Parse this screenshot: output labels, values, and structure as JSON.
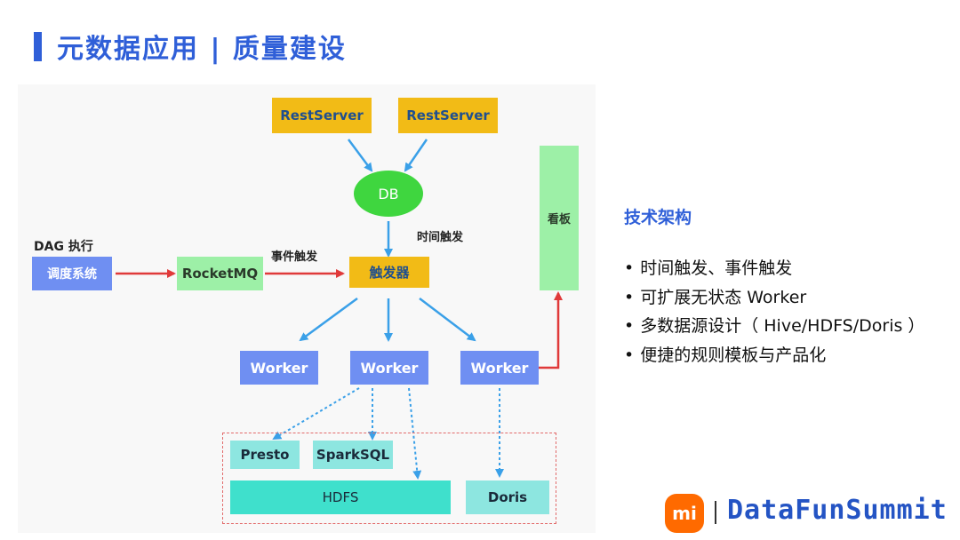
{
  "title": "元数据应用 | 质量建设",
  "diagram": {
    "restserver_1": "RestServer",
    "restserver_2": "RestServer",
    "db": "DB",
    "time_trigger_label": "时间触发",
    "kanban": "看板",
    "dag_label": "DAG 执行",
    "scheduler": "调度系统",
    "rocketmq": "RocketMQ",
    "event_trigger_label": "事件触发",
    "trigger": "触发器",
    "worker_1": "Worker",
    "worker_2": "Worker",
    "worker_3": "Worker",
    "presto": "Presto",
    "sparksql": "SparkSQL",
    "hdfs": "HDFS",
    "doris": "Doris"
  },
  "right": {
    "heading": "技术架构",
    "bullets": [
      "时间触发、事件触发",
      "可扩展无状态 Worker",
      "多数据源设计（ Hive/HDFS/Doris ）",
      "便捷的规则模板与产品化"
    ]
  },
  "logo": {
    "badge": "mi",
    "text": "DataFunSummit"
  },
  "colors": {
    "accent": "#2f5fd8",
    "arrow_blue": "#3aa0e8",
    "arrow_red": "#e03a3a"
  }
}
